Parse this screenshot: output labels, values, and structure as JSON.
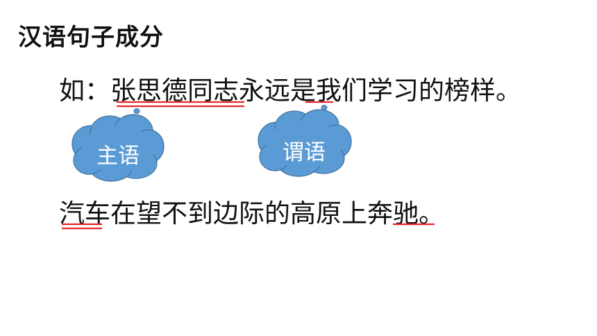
{
  "title": "汉语句子成分",
  "sentence1": {
    "prefix": "如：",
    "subject": "张思德同志",
    "mid": "永远",
    "predicate": "是",
    "rest": "我们学习的榜样。"
  },
  "sentence2": {
    "subject": "汽车",
    "mid": "在望不到边际的高原上",
    "predicate": "奔驰",
    "end": "。"
  },
  "callouts": {
    "subject_label": "主语",
    "predicate_label": "谓语"
  },
  "colors": {
    "cloud_fill": "#5b9bd5",
    "cloud_stroke": "#41719c",
    "underline": "#e8242b",
    "text": "#111111"
  }
}
